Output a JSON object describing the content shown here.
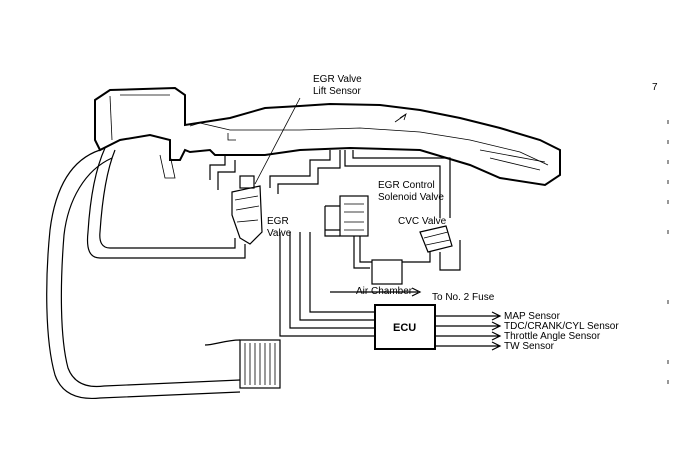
{
  "labels": {
    "egr_valve_lift_sensor_1": "EGR Valve",
    "egr_valve_lift_sensor_2": "Lift Sensor",
    "egr_control_solenoid_1": "EGR Control",
    "egr_control_solenoid_2": "Solenoid Valve",
    "egr_valve_1": "EGR",
    "egr_valve_2": "Valve",
    "cvc_valve": "CVC Valve",
    "air_chamber": "Air Chamber",
    "to_fuse": "To No. 2 Fuse",
    "ecu": "ECU",
    "map_sensor": "MAP Sensor",
    "tdc_sensor": "TDC/CRANK/CYL Sensor",
    "throttle_sensor": "Throttle Angle Sensor",
    "tw_sensor": "TW Sensor",
    "corner_mark": "7"
  }
}
